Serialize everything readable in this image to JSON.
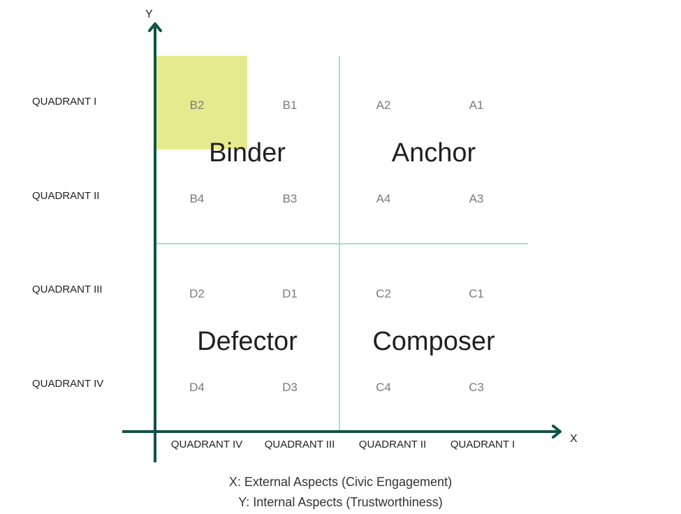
{
  "axes": {
    "y_label": "Y",
    "x_label": "X",
    "color": "#0f5247"
  },
  "row_labels": [
    "QUADRANT I",
    "QUADRANT II",
    "QUADRANT III",
    "QUADRANT IV"
  ],
  "column_labels": [
    "QUADRANT IV",
    "QUADRANT III",
    "QUADRANT II",
    "QUADRANT I"
  ],
  "quadrants": {
    "top_left": "Binder",
    "top_right": "Anchor",
    "bottom_left": "Defector",
    "bottom_right": "Composer"
  },
  "cells": {
    "row1": [
      "B2",
      "B1",
      "A2",
      "A1"
    ],
    "row2": [
      "B4",
      "B3",
      "A4",
      "A3"
    ],
    "row3": [
      "D2",
      "D1",
      "C2",
      "C1"
    ],
    "row4": [
      "D4",
      "D3",
      "C4",
      "C3"
    ]
  },
  "highlighted_cell": "B2",
  "colors": {
    "highlight": "#e6ea8e",
    "divider": "#9fe3d1"
  },
  "captions": {
    "x": "X: External Aspects (Civic Engagement)",
    "y": "Y: Internal Aspects (Trustworthiness)"
  }
}
